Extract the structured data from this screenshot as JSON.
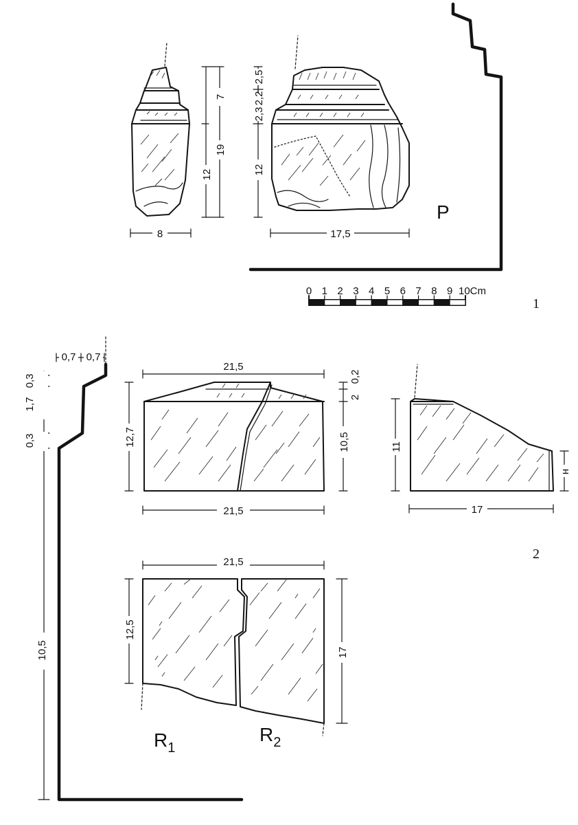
{
  "figure1": {
    "number": "1",
    "label": "P",
    "scale": {
      "ticks": [
        "0",
        "1",
        "2",
        "3",
        "4",
        "5",
        "6",
        "7",
        "8",
        "9",
        "10"
      ],
      "unit": "Cm"
    },
    "side_view": {
      "width": "8",
      "height_top": "7",
      "height_base": "12",
      "height_total": "19"
    },
    "front_view": {
      "width": "17,5",
      "steps": [
        "2,5",
        "2,3",
        "2,2"
      ],
      "height_base": "12"
    }
  },
  "figure2": {
    "number": "2",
    "profile": {
      "step_widths": [
        "0,7",
        "0,7"
      ],
      "heights": [
        "0,3",
        "1,7",
        "0,3",
        "10,5"
      ]
    },
    "front_view": {
      "width_top": "21,5",
      "width_bottom": "21,5",
      "height_left": "12,7",
      "height_right": "10,5",
      "step_top": "0,2",
      "step_band": "2"
    },
    "side_view": {
      "width": "17",
      "height": "11",
      "right_mark": "н"
    },
    "plan_view": {
      "width": "21,5",
      "height_left": "12,5",
      "height_right": "17",
      "labels": [
        "R1",
        "R2"
      ]
    }
  }
}
